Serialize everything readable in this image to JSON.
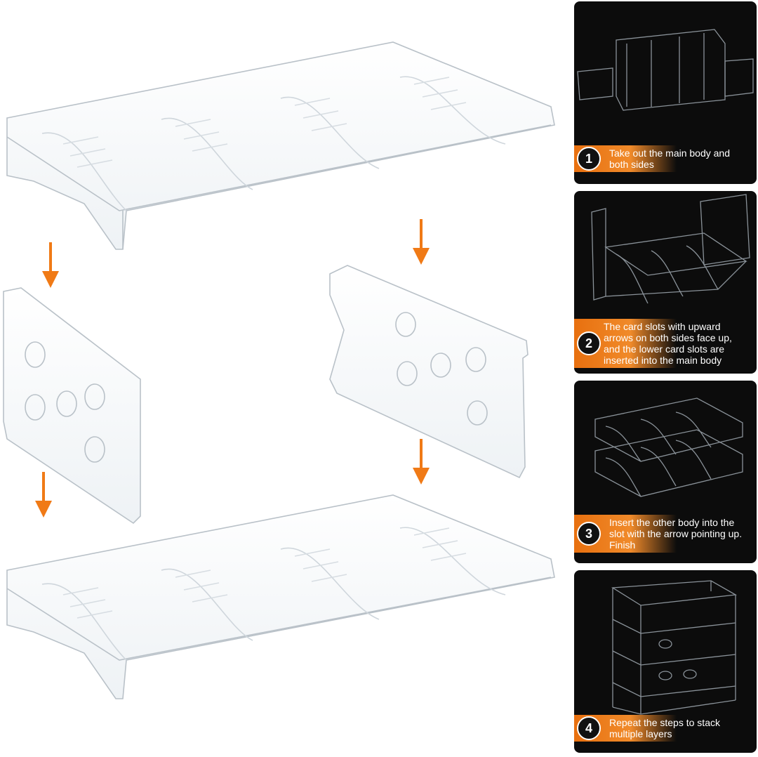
{
  "colors": {
    "accent": "#f07a16",
    "panel_bg": "#0c0c0c",
    "caption_text": "#ffffff"
  },
  "steps": [
    {
      "number": "1",
      "text": "Take out the main body and both sides"
    },
    {
      "number": "2",
      "text": "The card slots with upward arrows on both sides face up, and the lower card slots are inserted into the main body"
    },
    {
      "number": "3",
      "text": "Insert the other body into the slot with the arrow pointing up. Finish"
    },
    {
      "number": "4",
      "text": "Repeat the steps to stack multiple layers"
    }
  ]
}
